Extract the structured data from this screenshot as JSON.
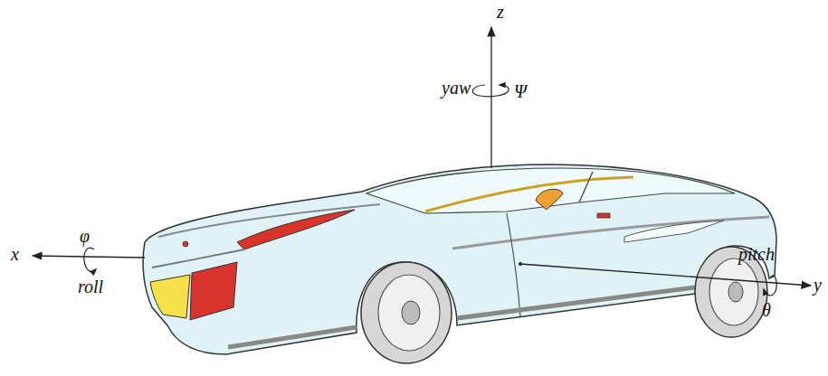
{
  "diagram": {
    "labels": [
      "z",
      "yaw",
      "Ψ",
      "φ",
      "x",
      "roll",
      "pitch",
      "y",
      "θ"
    ]
  }
}
